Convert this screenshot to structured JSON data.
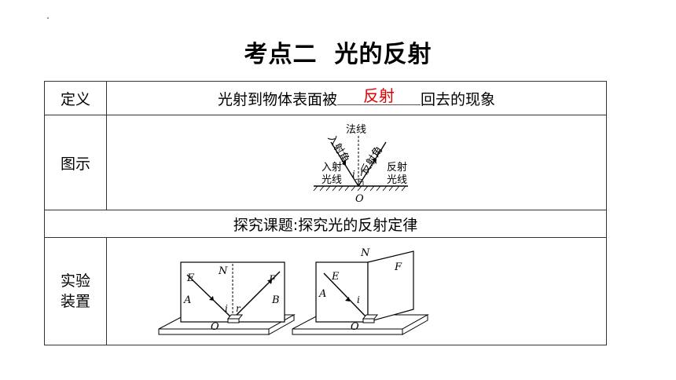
{
  "title": {
    "part1": "考点二",
    "part2": "光的反射"
  },
  "row_definition": {
    "label": "定义",
    "text_before": "光射到物体表面被",
    "answer": "反射",
    "text_after": "回去的现象"
  },
  "row_diagram": {
    "label": "图示",
    "normal": "法线",
    "incident_angle": "入射角",
    "reflection_angle": "反射角",
    "incident_ray_line1": "入射",
    "incident_ray_line2": "光线",
    "reflected_ray_line1": "反射",
    "reflected_ray_line2": "光线",
    "i": "i",
    "r": "r",
    "O": "O"
  },
  "row_topic": {
    "text": "探究课题:探究光的反射定律"
  },
  "row_apparatus": {
    "label_line1": "实验",
    "label_line2": "装置",
    "fig1": {
      "E": "E",
      "N": "N",
      "F": "F",
      "A": "A",
      "B": "B",
      "i": "i",
      "r": "r",
      "O": "O"
    },
    "fig2": {
      "N": "N",
      "F": "F",
      "E": "E",
      "A": "A",
      "i": "i",
      "O": "O"
    }
  },
  "colors": {
    "answer": "#e00000",
    "border": "#333333"
  }
}
